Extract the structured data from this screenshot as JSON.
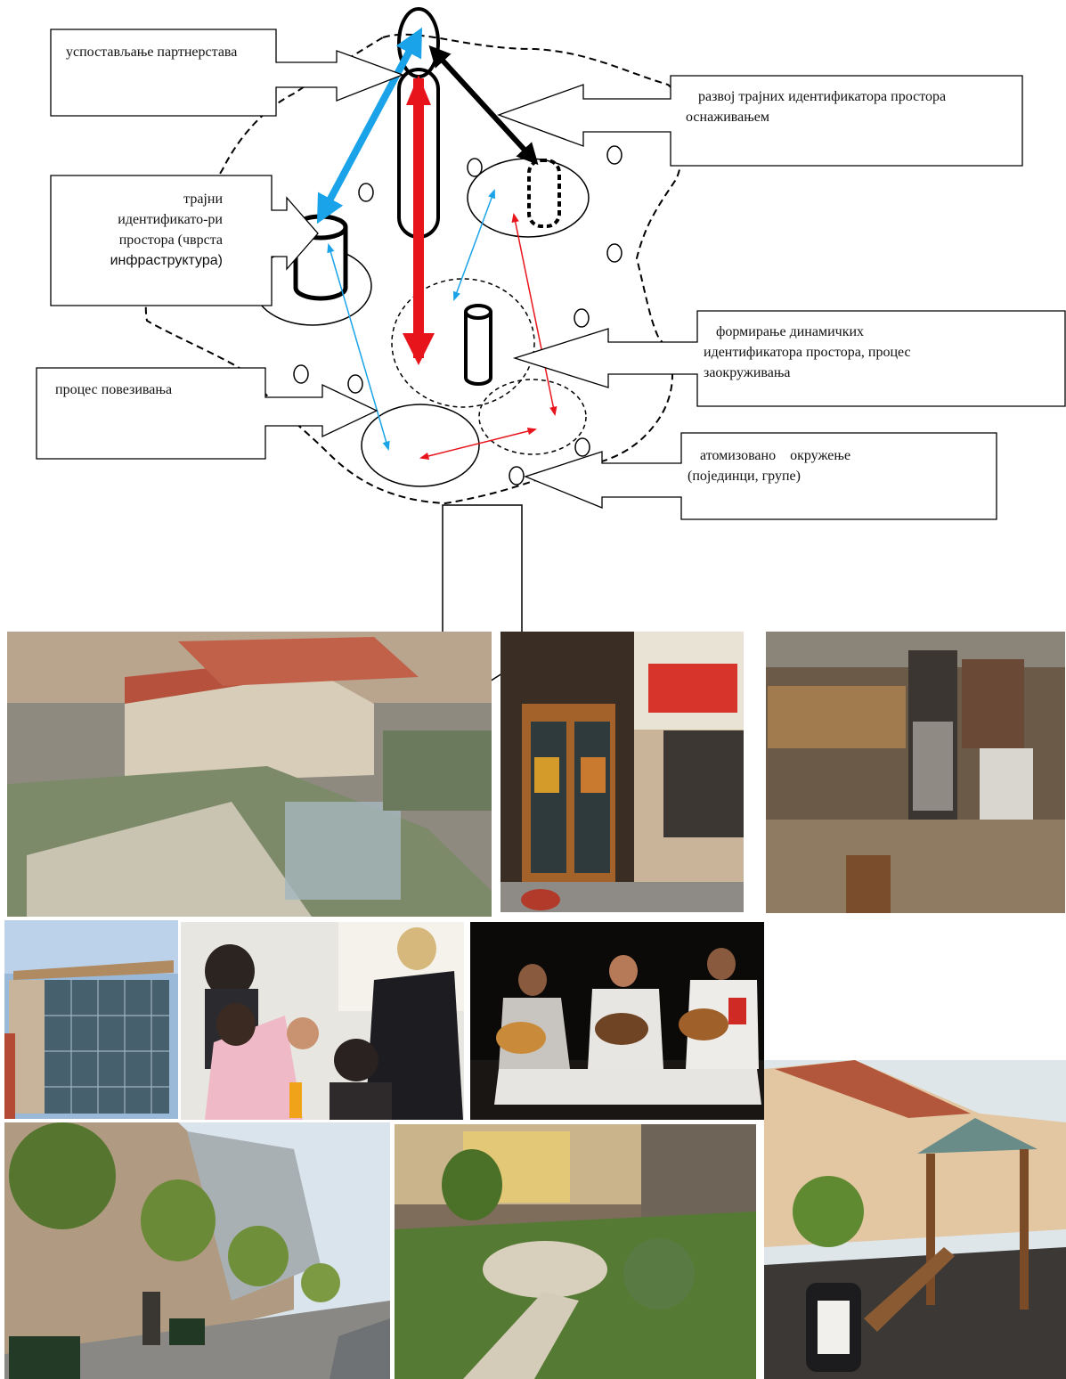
{
  "diagram": {
    "labels": {
      "partnerships": "успостављање партнерстава",
      "durable_identifiers_line1": "трајни",
      "durable_identifiers_line2": "идентификато-ри",
      "durable_identifiers_line3": "простора (чврста",
      "durable_identifiers_line4": "инфраструктура)",
      "development": "развој трајних идентификатора простора оснаживањем",
      "dynamic_line1": "формирање динамичких",
      "dynamic_line2": "идентификатора простора, процес",
      "dynamic_line3": "заокруживања",
      "connecting": "процес повезивања",
      "atomized_line1": "атомизовано    окружење",
      "atomized_line2": "(појединци, групе)"
    },
    "colors": {
      "blue_arrow": "#1aa3e8",
      "red_arrow": "#e8141c",
      "black_arrow": "#000000"
    }
  },
  "photos": [
    {
      "name": "rooftop-garden-photo",
      "alt": "rooftop garden over old buildings"
    },
    {
      "name": "shop-entrance-photo",
      "alt": "shop entrance with wooden doors and red sign"
    },
    {
      "name": "kitchen-interior-photo",
      "alt": "kitchen interior with shelves"
    },
    {
      "name": "glass-building-photo",
      "alt": "modern glass building"
    },
    {
      "name": "children-activity-photo",
      "alt": "children with adults indoors"
    },
    {
      "name": "musicians-photo",
      "alt": "three guitar players on stage"
    },
    {
      "name": "tree-lined-street-photo",
      "alt": "tree-lined street"
    },
    {
      "name": "courtyard-garden-photo",
      "alt": "courtyard garden"
    },
    {
      "name": "playground-photo",
      "alt": "playground with stroller"
    }
  ]
}
